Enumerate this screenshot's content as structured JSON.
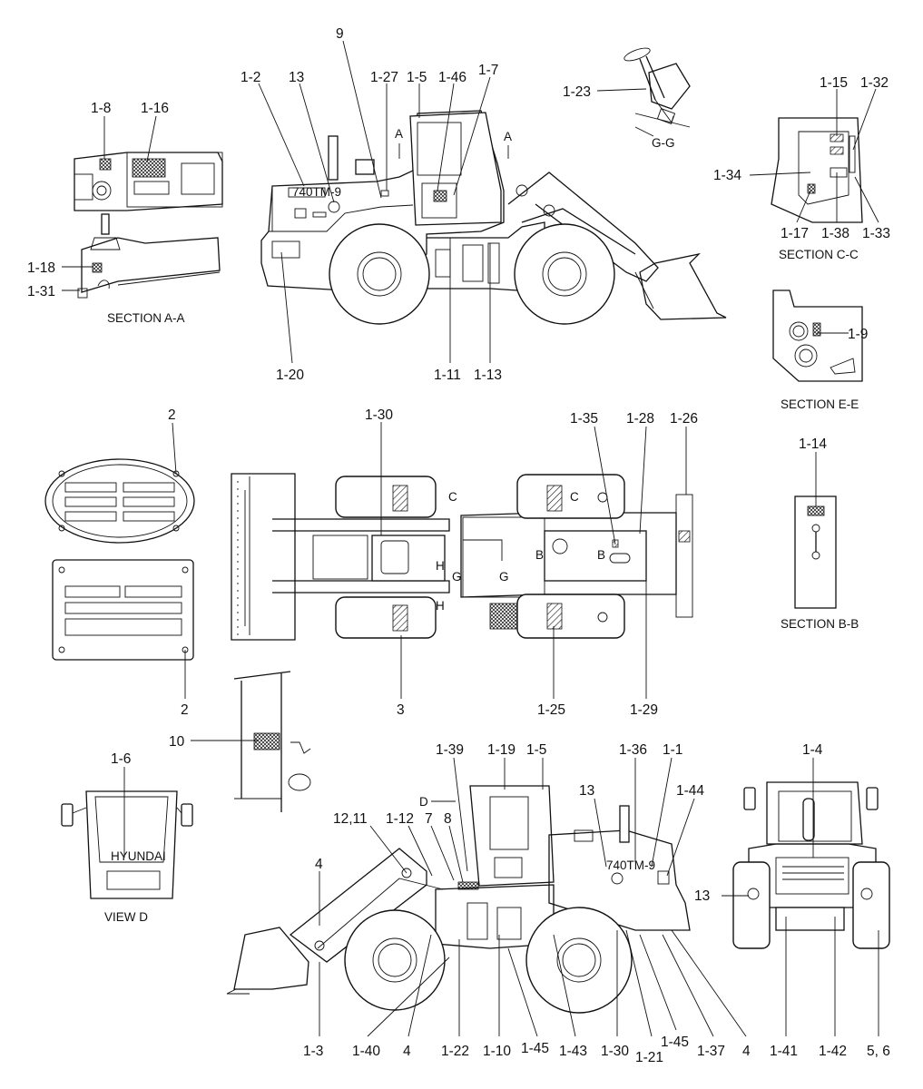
{
  "captions": {
    "section_aa": "SECTION A-A",
    "section_cc": "SECTION C-C",
    "section_ee": "SECTION E-E",
    "section_bb": "SECTION B-B",
    "view_gg": "G-G",
    "view_d": "VIEW D"
  },
  "section_marks": {
    "a": "A",
    "b": "B",
    "c": "C",
    "d": "D",
    "g": "G",
    "h": "H"
  },
  "callouts": [
    {
      "id": "c-9-top",
      "text": "9"
    },
    {
      "id": "c-1-2",
      "text": "1-2"
    },
    {
      "id": "c-13-top",
      "text": "13"
    },
    {
      "id": "c-1-27",
      "text": "1-27"
    },
    {
      "id": "c-1-5-top",
      "text": "1-5"
    },
    {
      "id": "c-1-46",
      "text": "1-46"
    },
    {
      "id": "c-1-7",
      "text": "1-7"
    },
    {
      "id": "c-1-23",
      "text": "1-23"
    },
    {
      "id": "c-1-15",
      "text": "1-15"
    },
    {
      "id": "c-1-32",
      "text": "1-32"
    },
    {
      "id": "c-1-34",
      "text": "1-34"
    },
    {
      "id": "c-1-17",
      "text": "1-17"
    },
    {
      "id": "c-1-38",
      "text": "1-38"
    },
    {
      "id": "c-1-33",
      "text": "1-33"
    },
    {
      "id": "c-1-8",
      "text": "1-8"
    },
    {
      "id": "c-1-16",
      "text": "1-16"
    },
    {
      "id": "c-1-18",
      "text": "1-18"
    },
    {
      "id": "c-1-31",
      "text": "1-31"
    },
    {
      "id": "c-1-20",
      "text": "1-20"
    },
    {
      "id": "c-1-11",
      "text": "1-11"
    },
    {
      "id": "c-1-13",
      "text": "1-13"
    },
    {
      "id": "c-1-9",
      "text": "1-9"
    },
    {
      "id": "c-2-top",
      "text": "2"
    },
    {
      "id": "c-2-bot",
      "text": "2"
    },
    {
      "id": "c-1-30-top",
      "text": "1-30"
    },
    {
      "id": "c-1-35",
      "text": "1-35"
    },
    {
      "id": "c-1-28",
      "text": "1-28"
    },
    {
      "id": "c-1-26",
      "text": "1-26"
    },
    {
      "id": "c-1-14",
      "text": "1-14"
    },
    {
      "id": "c-3",
      "text": "3"
    },
    {
      "id": "c-1-25",
      "text": "1-25"
    },
    {
      "id": "c-1-29",
      "text": "1-29"
    },
    {
      "id": "c-10",
      "text": "10"
    },
    {
      "id": "c-1-6",
      "text": "1-6"
    },
    {
      "id": "c-1-39",
      "text": "1-39"
    },
    {
      "id": "c-1-19",
      "text": "1-19"
    },
    {
      "id": "c-1-5-bot",
      "text": "1-5"
    },
    {
      "id": "c-1-36",
      "text": "1-36"
    },
    {
      "id": "c-1-1",
      "text": "1-1"
    },
    {
      "id": "c-1-4",
      "text": "1-4"
    },
    {
      "id": "c-13-mid",
      "text": "13"
    },
    {
      "id": "c-1-44",
      "text": "1-44"
    },
    {
      "id": "c-12-11",
      "text": "12,11"
    },
    {
      "id": "c-1-12",
      "text": "1-12"
    },
    {
      "id": "c-7",
      "text": "7"
    },
    {
      "id": "c-8",
      "text": "8"
    },
    {
      "id": "c-4-upper",
      "text": "4"
    },
    {
      "id": "c-13-rear",
      "text": "13"
    },
    {
      "id": "c-1-3",
      "text": "1-3"
    },
    {
      "id": "c-1-40",
      "text": "1-40"
    },
    {
      "id": "c-4-low1",
      "text": "4"
    },
    {
      "id": "c-1-22",
      "text": "1-22"
    },
    {
      "id": "c-1-10",
      "text": "1-10"
    },
    {
      "id": "c-1-45-a",
      "text": "1-45"
    },
    {
      "id": "c-1-43",
      "text": "1-43"
    },
    {
      "id": "c-1-30-bot",
      "text": "1-30"
    },
    {
      "id": "c-1-21",
      "text": "1-21"
    },
    {
      "id": "c-1-45-b",
      "text": "1-45"
    },
    {
      "id": "c-1-37",
      "text": "1-37"
    },
    {
      "id": "c-4-low2",
      "text": "4"
    },
    {
      "id": "c-1-41",
      "text": "1-41"
    },
    {
      "id": "c-1-42",
      "text": "1-42"
    },
    {
      "id": "c-5-6",
      "text": "5, 6"
    }
  ]
}
